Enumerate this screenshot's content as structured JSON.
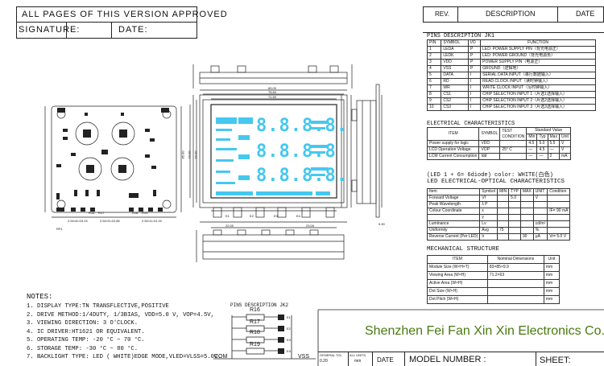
{
  "header": {
    "approved": "ALL PAGES OF THIS VERSION APPROVED",
    "signature": "SIGNATURE:",
    "date": "DATE:"
  },
  "revision": {
    "rev": "REV.",
    "description": "DESCRIPTION",
    "date": "DATE"
  },
  "jk1": {
    "title": "PINS DESCRIPTION  JK1",
    "columns": [
      "PIN",
      "SYMBOL",
      "I/O",
      "FUNCTION"
    ],
    "rows": [
      [
        "1",
        "LEDA",
        "P",
        "LED: POWER SUPPLY PIN（背光电源正）"
      ],
      [
        "2",
        "LEDK",
        "P",
        "LED: POWER GROUND（背光电源负）"
      ],
      [
        "3",
        "VDD",
        "P",
        "POWER SUPPLY PIN（电源正）"
      ],
      [
        "4",
        "VSS",
        "P",
        "GROUND（逻辑地）"
      ],
      [
        "5",
        "DATA",
        "I",
        "SERIAL DATA INPUT（串行数据输入）"
      ],
      [
        "6",
        "RD",
        "I",
        "READ CLOCK INPUT（读时钟输入）"
      ],
      [
        "7",
        "WR",
        "I",
        "WRITE CLOCK INPUT（写时钟输入）"
      ],
      [
        "8",
        "CS1",
        "I",
        "CHIP SELECTION INPUT 1（片选1选择输入）"
      ],
      [
        "9",
        "CS2",
        "I",
        "CHIP SELECTION INPUT 2（片选2选择输入）"
      ],
      [
        "10",
        "CS3",
        "I",
        "CHIP SELECTION INPUT 3（片选3选择输入）"
      ]
    ]
  },
  "electrical": {
    "title": "ELECTRICAL CHARACTERISTICS",
    "columns": [
      "ITEM",
      "SYMBOL",
      "TEST CONDITION",
      "Min",
      "Typ",
      "Max",
      "Unit"
    ],
    "group_header": "Standard Value",
    "rows": [
      [
        "Power supply for logic",
        "VDD",
        "",
        "4.5",
        "5.0",
        "5.5",
        "V"
      ],
      [
        "LCD Operation Voltage",
        "VOP",
        "25° C",
        "—",
        "4.5",
        "—",
        "V"
      ],
      [
        "LCM Current Consumption",
        "Idd",
        "",
        "—",
        "—",
        "2",
        "mA"
      ]
    ]
  },
  "led_opt": {
    "color_line": "(LED  1 + 6= 6diode) color:  WHITE(白色)",
    "title": "LED ELECTRICAL-OPTICAL CHARACTERISTICS",
    "columns": [
      "Item",
      "Symbol",
      "MIN",
      "TYP",
      "MAX",
      "UNIT",
      "Condition"
    ],
    "rows": [
      [
        "Forward Voltage",
        "Vf",
        "",
        "5.0",
        "",
        "V",
        ""
      ],
      [
        "Peak Wavelength",
        "λ P",
        "",
        "",
        "",
        "",
        ""
      ],
      [
        "Colour Coordinate",
        "x",
        "",
        "",
        "",
        "",
        "IF= 90 mA"
      ],
      [
        "",
        "y",
        "",
        "",
        "",
        "",
        ""
      ],
      [
        "Luminance",
        "Lv",
        "",
        "",
        "",
        "cd/m²",
        ""
      ],
      [
        "Uniformity",
        "Avg",
        "75",
        "",
        "",
        "%",
        ""
      ],
      [
        "Reverse Current (Per LED)",
        "Ir",
        "",
        "",
        "30",
        "μA",
        "Vr=  5.0  V"
      ]
    ]
  },
  "mech": {
    "title": "MECHANICAL STRUCTURE",
    "columns": [
      "ITEM",
      "Nominal Dimensions",
      "Unit"
    ],
    "rows": [
      [
        "Module Size (W×H×T)",
        "83×85×9.9",
        "mm"
      ],
      [
        "Viewing Area (W×H)",
        "71.2×63",
        "mm"
      ],
      [
        "Active Area (W×H)",
        "",
        "mm"
      ],
      [
        "Dot Size (W×H)",
        "",
        "mm"
      ],
      [
        "Dot Pitch (W×H)",
        "",
        "mm"
      ]
    ]
  },
  "notes": {
    "title": "NOTES:",
    "items": [
      "1. DISPLAY TYPE:TN TRANSFLECTIVE,POSITIVE",
      "2. DRIVE METHOD:1/4DUTY, 1/3BIAS, VDD=5.0 V, VOP=4.5V,",
      "3. VIEWING DIRECTION:  3  O'CLOCK.",
      "4. IC DRIVER:HT1621 OR EQUIVALENT.",
      "5. OPERATING TEMP:  -20 °C ~ 70 °C.",
      "6. STORAGE TEMP:  -30 °C ~ 80 °C.",
      "7. BACKLIGHT TYPE:  LED ( WHITE)EDGE MODE,VLED=VLSS=5.0V."
    ]
  },
  "jk2": {
    "title": "PINS DESCRIPTION  JK2",
    "resistors": [
      "R16",
      "R17",
      "R18",
      "R19"
    ],
    "switches": [
      "E1",
      "E2",
      "E3",
      "E4"
    ],
    "com": "COM",
    "vss": "VSS"
  },
  "titleblock": {
    "company": "Shenzhen Fei Fan Xin Xin Electronics Co. Ltd",
    "tol_label": "GENERAL TOL",
    "tol_value": "0.20",
    "units_label": "ALL UNITS",
    "units_value": "mm",
    "date": "DATE",
    "model": "MODEL NUMBER :",
    "sheet": "SHEET:"
  },
  "drawing": {
    "dim_top": [
      "83.00",
      "75.60",
      "71.50"
    ],
    "dim_bottom": [
      "2.54×6=15.24",
      "2.54×9=22.86",
      "2.54×4=10.16",
      "22.00",
      "23.00",
      "9.90"
    ],
    "dim_right": [
      "73.00",
      "63.00",
      "85.00"
    ],
    "lcd_digits": [
      "8.8.8.8.",
      "8.8.8.8",
      "8.8.8.8."
    ],
    "lcd_colors": {
      "segment": "#45c8ef",
      "panel": "#ffffff",
      "frame": "#222222"
    },
    "pcb_labels": [
      "RP1",
      "R16",
      "R17",
      "R18",
      "R19"
    ],
    "kbd_labels": [
      "E1",
      "E2",
      "E3",
      "E4"
    ]
  }
}
